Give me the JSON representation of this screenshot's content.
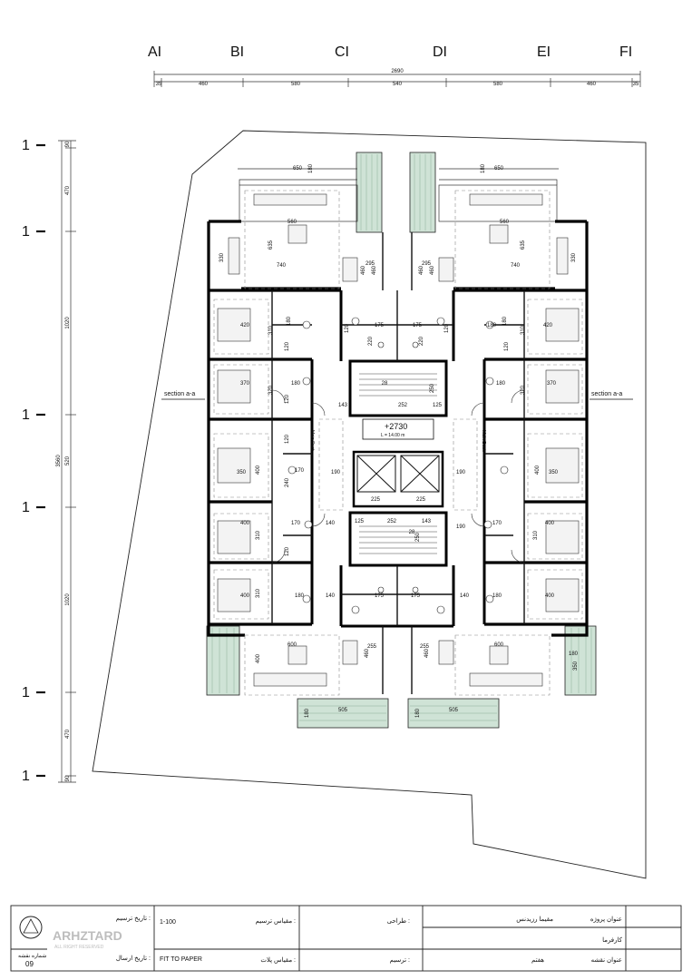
{
  "grid_columns": [
    "AI",
    "BI",
    "CI",
    "DI",
    "EI",
    "FI"
  ],
  "grid_row_tags": [
    "1",
    "1",
    "1",
    "1",
    "1",
    "1"
  ],
  "dimensions_top": {
    "overall": "2690",
    "segments": [
      "35",
      "460",
      "580",
      "540",
      "580",
      "460",
      "35"
    ]
  },
  "dimensions_left": {
    "overall": "3560",
    "segments": [
      "90",
      "470",
      "1020",
      "520",
      "1020",
      "470",
      "90"
    ]
  },
  "section_markers": [
    "section a-a",
    "section a-a"
  ],
  "level": {
    "value": "+2730",
    "area": "L = 14.00 m"
  },
  "ducts": [
    "Main Duct.",
    "Main Duct."
  ],
  "room_dims": {
    "balcony_top": [
      "650",
      "180",
      "650",
      "180"
    ],
    "living_top": [
      "560",
      "740",
      "635",
      "330",
      "560",
      "740",
      "635",
      "330"
    ],
    "kitchen_top": [
      "295",
      "460",
      "460",
      "295",
      "460",
      "460"
    ],
    "bed_upper": [
      "420",
      "310",
      "180",
      "120",
      "180",
      "420",
      "310",
      "180",
      "120"
    ],
    "wc_upper": [
      "175",
      "175",
      "220",
      "220",
      "120",
      "120"
    ],
    "bed_mid": [
      "370",
      "320",
      "180",
      "120",
      "370",
      "320",
      "180"
    ],
    "stair_top": [
      "28",
      "250",
      "143",
      "252",
      "125"
    ],
    "bed_center": [
      "350",
      "400",
      "190",
      "190",
      "350",
      "400",
      "170",
      "240",
      "120"
    ],
    "elevator": [
      "225",
      "225"
    ],
    "bed_lower": [
      "400",
      "310",
      "170",
      "120",
      "140",
      "190",
      "400",
      "310",
      "170"
    ],
    "stair_bottom": [
      "125",
      "252",
      "143",
      "28",
      "250"
    ],
    "bed_bottom": [
      "400",
      "310",
      "180",
      "140",
      "175",
      "175",
      "140",
      "180",
      "400"
    ],
    "living_bottom": [
      "600",
      "255",
      "460",
      "460",
      "255",
      "600",
      "400",
      "180",
      "350"
    ],
    "balcony_bottom": [
      "505",
      "180",
      "505",
      "180"
    ]
  },
  "title_block": {
    "project_title_label": "عنوان پروژه",
    "project_title_value": "مقیما رزیدنس",
    "employer_label": "کارفرما",
    "drawing_title_label": "عنوان نقشه",
    "drawing_title_value": "هفتم",
    "designer_label": "طراحی :",
    "drafter_label": "ترسیم :",
    "drawing_scale_label": "مقیاس ترسیم :",
    "drawing_scale_value": "1-100",
    "plot_scale_label": "مقیاس پلات :",
    "plot_scale_value": "FIT TO PAPER",
    "draw_date_label": "تاریخ ترسیم :",
    "send_date_label": "تاریخ ارسال :",
    "sheet_number_label": "شماره نقشه",
    "sheet_number_value": "09",
    "logo_name": "ARHZTARD",
    "logo_tagline": "ALL RIGHT RESERVED"
  },
  "colors": {
    "line": "#1a1a1a",
    "wall": "#000000",
    "balcony": "#cfe3d6",
    "dashed": "#8a8a8a",
    "paper": "#ffffff"
  }
}
